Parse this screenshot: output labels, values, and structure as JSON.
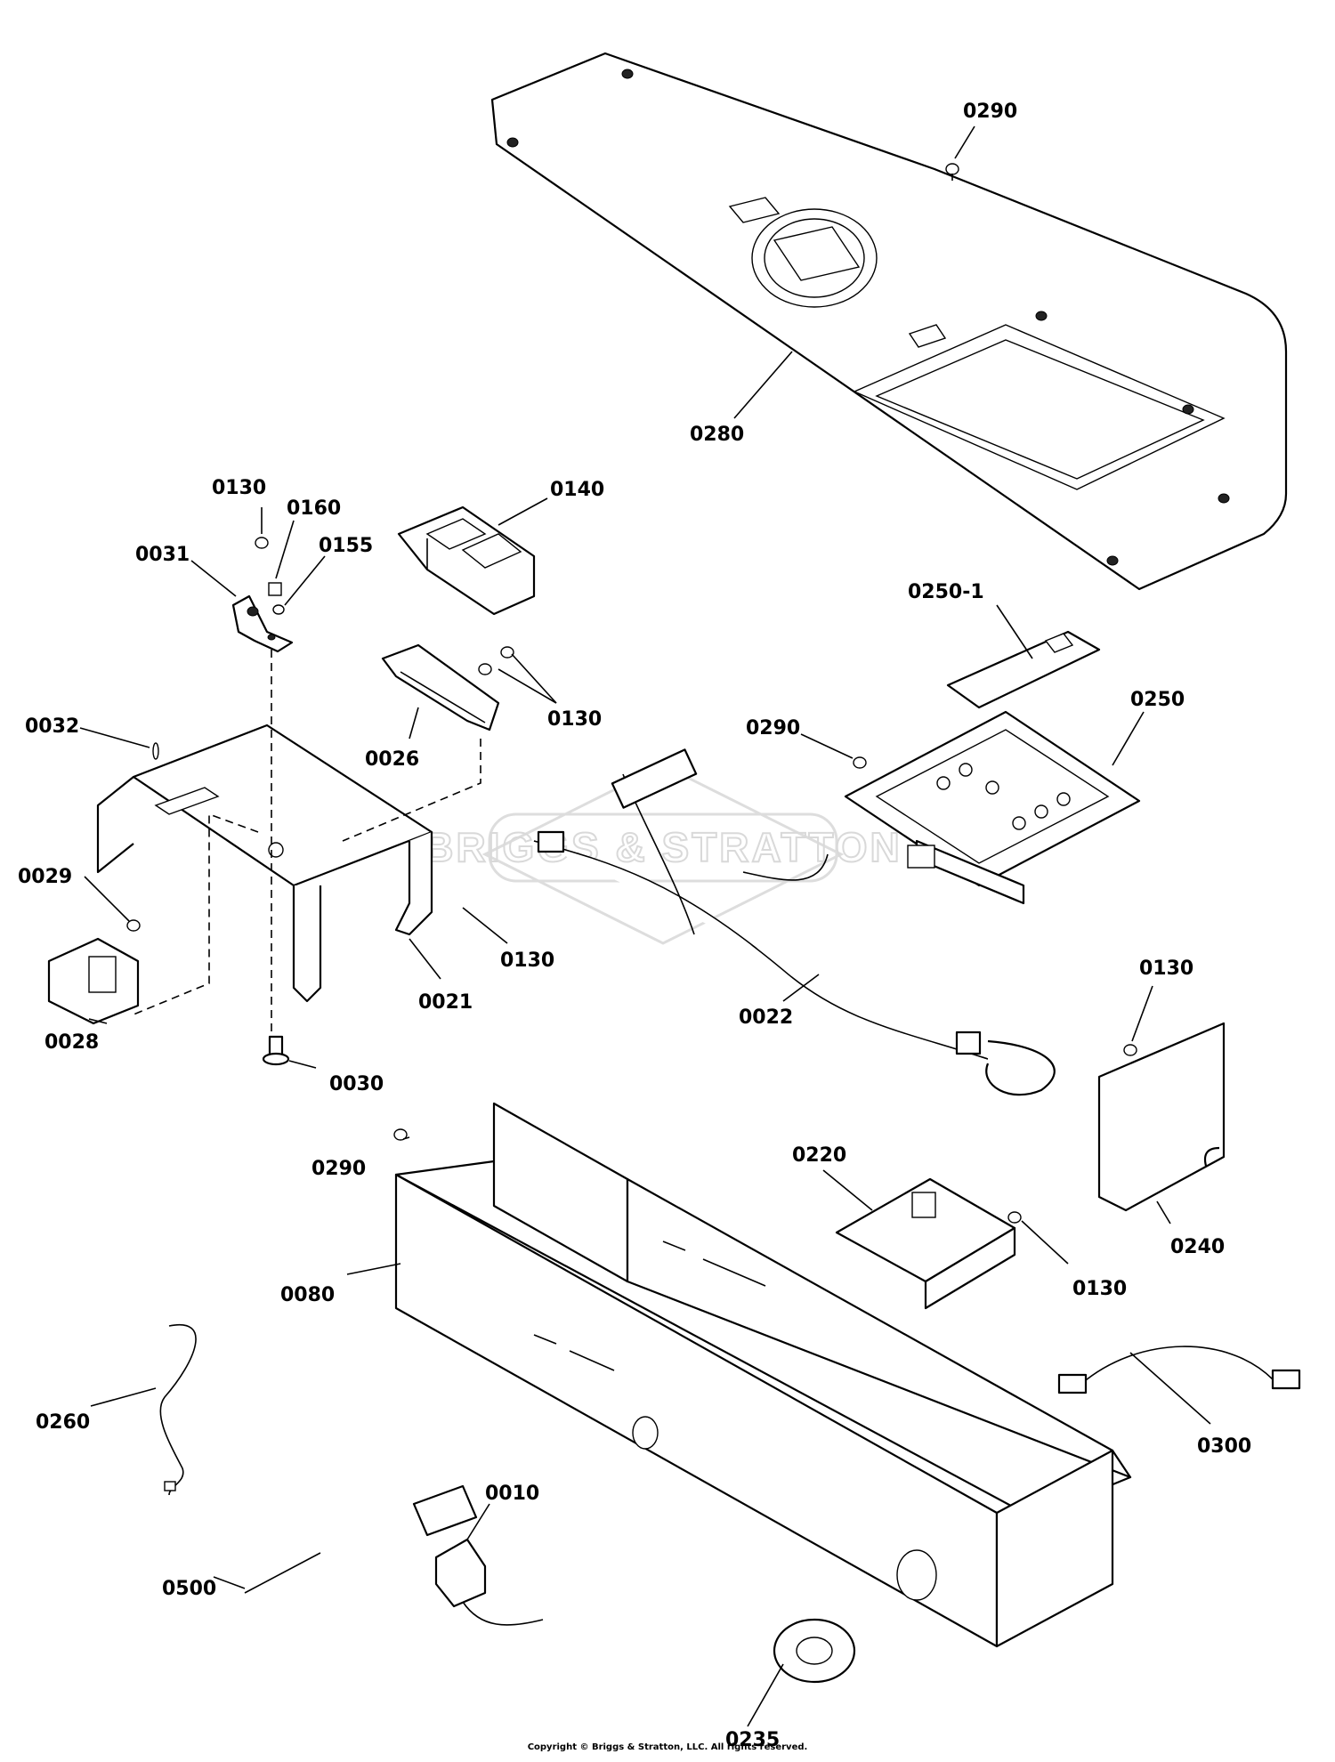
{
  "callouts": [
    {
      "id": "c0280",
      "label": "0280"
    },
    {
      "id": "c0290a",
      "label": "0290"
    },
    {
      "id": "c0130a",
      "label": "0130"
    },
    {
      "id": "c0160",
      "label": "0160"
    },
    {
      "id": "c0155",
      "label": "0155"
    },
    {
      "id": "c0031",
      "label": "0031"
    },
    {
      "id": "c0140",
      "label": "0140"
    },
    {
      "id": "c0250-1",
      "label": "0250-1"
    },
    {
      "id": "c0250",
      "label": "0250"
    },
    {
      "id": "c0290b",
      "label": "0290"
    },
    {
      "id": "c0130b",
      "label": "0130"
    },
    {
      "id": "c0026",
      "label": "0026"
    },
    {
      "id": "c0032",
      "label": "0032"
    },
    {
      "id": "c0029",
      "label": "0029"
    },
    {
      "id": "c0028",
      "label": "0028"
    },
    {
      "id": "c0021",
      "label": "0021"
    },
    {
      "id": "c0130c",
      "label": "0130"
    },
    {
      "id": "c0030",
      "label": "0030"
    },
    {
      "id": "c0022",
      "label": "0022"
    },
    {
      "id": "c0130d",
      "label": "0130"
    },
    {
      "id": "c0240",
      "label": "0240"
    },
    {
      "id": "c0290c",
      "label": "0290"
    },
    {
      "id": "c0220",
      "label": "0220"
    },
    {
      "id": "c0130e",
      "label": "0130"
    },
    {
      "id": "c0080",
      "label": "0080"
    },
    {
      "id": "c0260",
      "label": "0260"
    },
    {
      "id": "c0300",
      "label": "0300"
    },
    {
      "id": "c0010",
      "label": "0010"
    },
    {
      "id": "c0500",
      "label": "0500"
    },
    {
      "id": "c0235",
      "label": "0235"
    }
  ],
  "watermark": "BRIGGS & STRATTON",
  "copyright": "Copyright © Briggs & Stratton, LLC. All rights reserved."
}
